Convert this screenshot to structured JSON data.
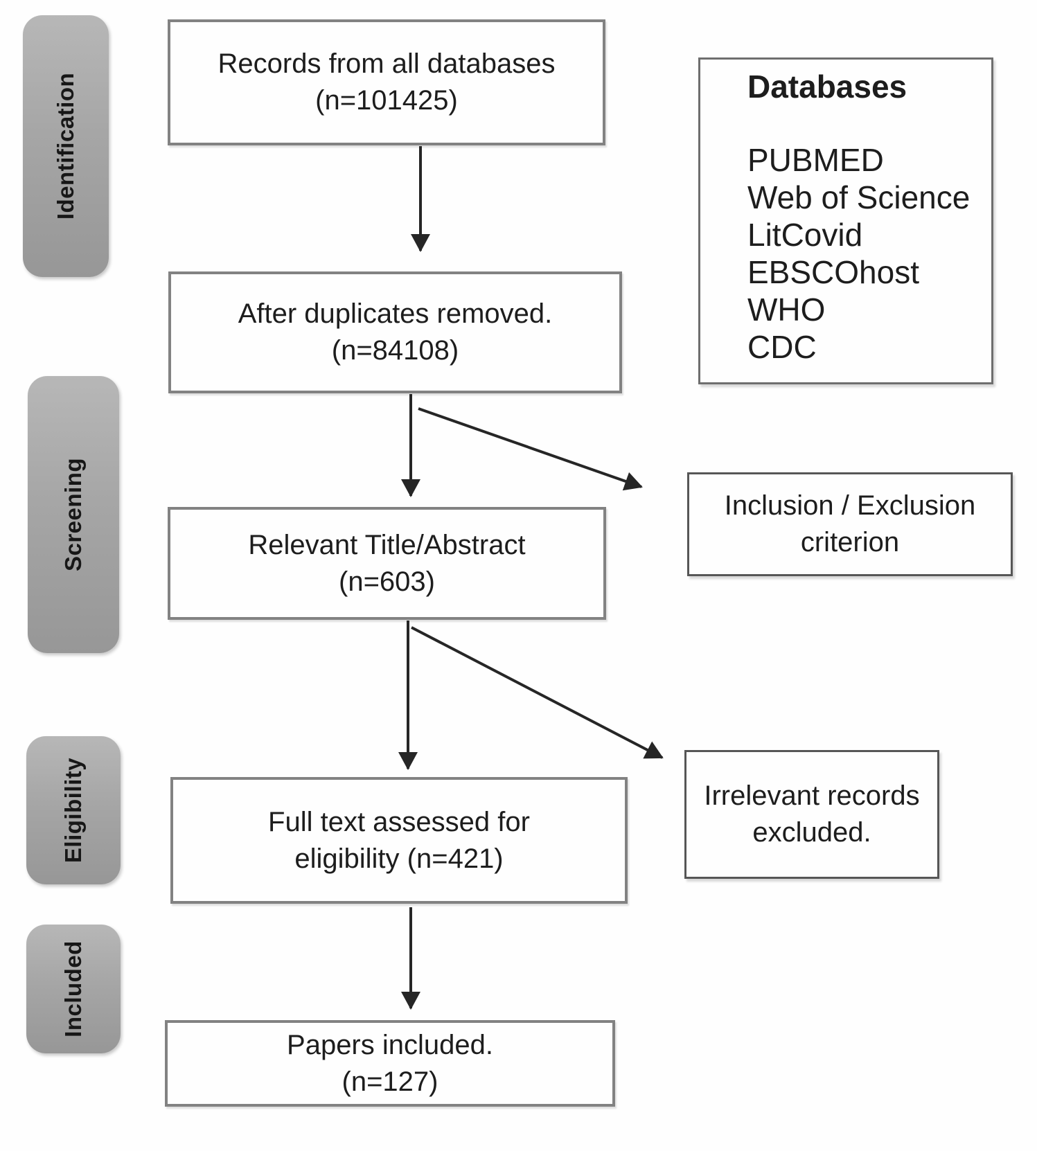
{
  "stages": [
    {
      "label": "Identification"
    },
    {
      "label": "Screening"
    },
    {
      "label": "Eligibility"
    },
    {
      "label": "Included"
    }
  ],
  "flow": {
    "records": {
      "line1": "Records from all databases",
      "line2": "(n=101425)"
    },
    "deduplicated": {
      "line1": "After duplicates removed.",
      "line2": "(n=84108)"
    },
    "screened": {
      "line1": "Relevant Title/Abstract",
      "line2": "(n=603)"
    },
    "fulltext": {
      "line1": "Full text assessed for",
      "line2": "eligibility (n=421)"
    },
    "included": {
      "line1": "Papers included.",
      "line2": "(n=127)"
    }
  },
  "side": {
    "databases": {
      "title": "Databases",
      "items": [
        "PUBMED",
        "Web of Science",
        "LitCovid",
        "EBSCOhost",
        "WHO",
        "CDC"
      ]
    },
    "criterion": {
      "line1": "Inclusion / Exclusion",
      "line2": "criterion"
    },
    "excluded": {
      "line1": "Irrelevant records",
      "line2": "excluded."
    }
  },
  "colors": {
    "stage_fill": "#a8a8a8",
    "flow_box_border": "#828282",
    "side_box_border": "#565656",
    "databases_box_border": "#6e6e6e",
    "arrow": "#262626",
    "text": "#1d1d1d",
    "background": "#fefefe"
  }
}
